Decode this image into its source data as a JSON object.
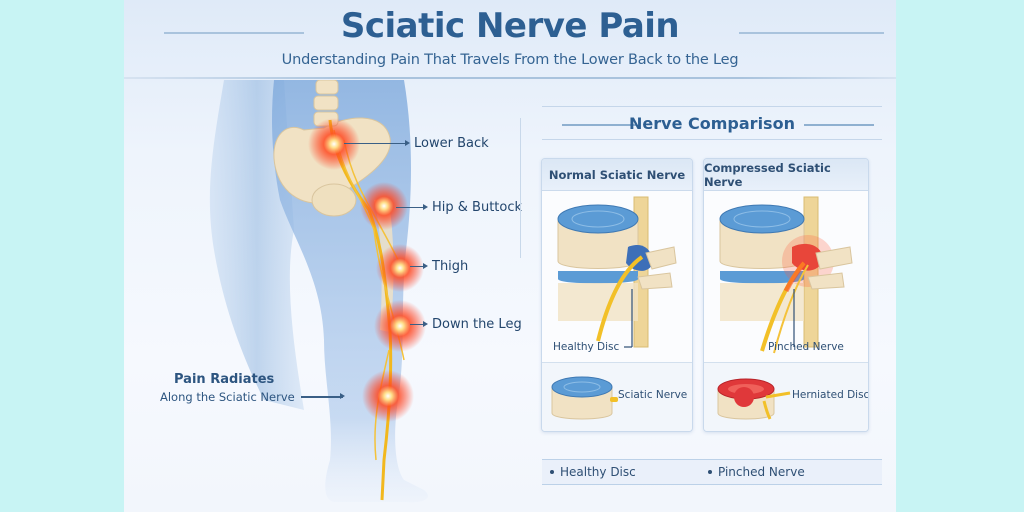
{
  "header": {
    "title": "Sciatic Nerve Pain",
    "subtitle": "Understanding Pain That Travels From the Lower Back to the Leg"
  },
  "anatomy": {
    "callouts": [
      {
        "label": "Lower Back"
      },
      {
        "label": "Hip & Buttock"
      },
      {
        "label": "Thigh"
      },
      {
        "label": "Down the Leg"
      }
    ],
    "radiates": {
      "title": "Pain Radiates",
      "subtitle": "Along the Sciatic Nerve"
    }
  },
  "comparison": {
    "title": "Nerve Comparison",
    "cards": [
      {
        "header": "Normal Sciatic Nerve",
        "illustration_label": "Healthy Disc",
        "bottom_label": "Sciatic Nerve",
        "disc_color": "#5b9bd5"
      },
      {
        "header": "Compressed Sciatic Nerve",
        "illustration_label": "Pinched Nerve",
        "bottom_label": "Herniated Disc",
        "disc_color": "#e0383a"
      }
    ],
    "legend": [
      {
        "label": "Healthy Disc"
      },
      {
        "label": "Pinched Nerve"
      }
    ]
  },
  "colors": {
    "page_bg": "#c8f4f4",
    "title": "#2d5f92",
    "text": "#2e4f74",
    "pain": "#ff3a1a",
    "nerve": "#f2b81e",
    "bone": "#f1e2c4",
    "body": "#6f9fd4"
  }
}
